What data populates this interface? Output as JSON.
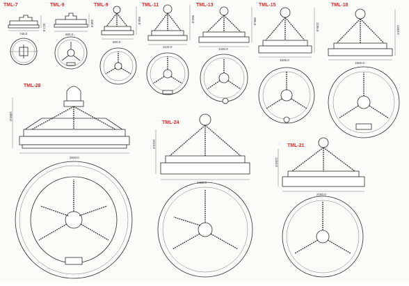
{
  "magnets": [
    {
      "model": "TML-7",
      "width_dim": "740.0",
      "height_dim": "517.0"
    },
    {
      "model": "TML-9",
      "width_dim": "900.0",
      "height_dim": "450.0"
    },
    {
      "model": "TML-9",
      "width_dim": "900.0",
      "height_dim": "850.0"
    },
    {
      "model": "TML-11",
      "width_dim": "1132.0",
      "height_dim": "850.0"
    },
    {
      "model": "TML-13",
      "width_dim": "1330.0",
      "height_dim": "985.0"
    },
    {
      "model": "TML-15",
      "width_dim": "1536.0",
      "height_dim": "1195.0"
    },
    {
      "model": "TML-18",
      "width_dim": "1826.0",
      "height_dim": "1340.0"
    },
    {
      "model": "TML-28",
      "width_dim": "2848.0",
      "height_dim": "1880.0"
    },
    {
      "model": "TML-24",
      "width_dim": "2450.0",
      "height_dim": "1610.0"
    },
    {
      "model": "TML-21",
      "width_dim": "2180.0",
      "height_dim": "1240.0"
    }
  ]
}
